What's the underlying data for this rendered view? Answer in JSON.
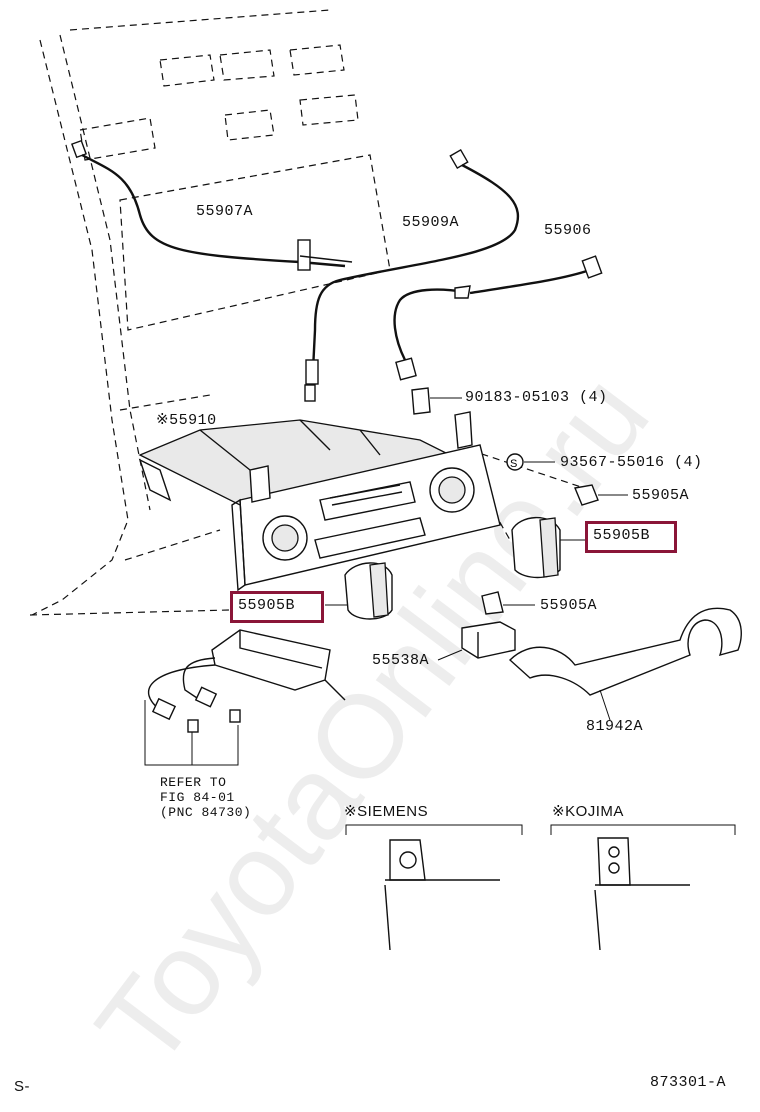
{
  "parts": {
    "p55907A": "55907A",
    "p55909A": "55909A",
    "p55906": "55906",
    "p90183": "90183-05103 (4)",
    "p55910": "※55910",
    "p93567": "93567-55016 (4)",
    "p55905A_top": "55905A",
    "p55905B_right": "55905B",
    "p55905B_left": "55905B",
    "p55905A_mid": "55905A",
    "p55538A": "55538A",
    "p81942A": "81942A"
  },
  "refer": {
    "line1": "REFER TO",
    "line2": "FIG 84-01",
    "line3": "(PNC 84730)"
  },
  "variants": {
    "siemens": "※SIEMENS",
    "kojima": "※KOJIMA"
  },
  "footer": {
    "left": "S-",
    "right": "873301-A"
  },
  "watermark": "ToyotaOnline.ru",
  "screw_symbol": "S",
  "colors": {
    "highlight": "#8a1538",
    "line": "#111111"
  }
}
